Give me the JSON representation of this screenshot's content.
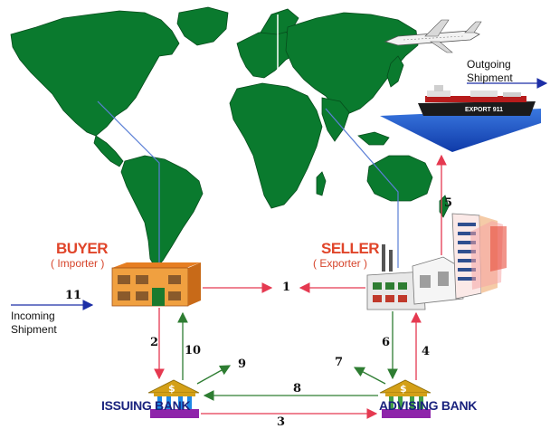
{
  "buyer": {
    "title": "BUYER",
    "subtitle": "( Importer )"
  },
  "seller": {
    "title": "SELLER",
    "subtitle": "( Exporter )"
  },
  "issuing_bank": {
    "name": "ISSUING BANK",
    "symbol": "$"
  },
  "advising_bank": {
    "name": "ADVISING BANK",
    "symbol": "$"
  },
  "ship": {
    "hull_text": "EXPORT 911"
  },
  "outgoing": {
    "line1": "Outgoing",
    "line2": "Shipment"
  },
  "incoming": {
    "line1": "Incoming",
    "line2": "Shipment"
  },
  "steps": {
    "s1": "1",
    "s2": "2",
    "s3": "3",
    "s4": "4",
    "s5": "5",
    "s6": "6",
    "s7": "7",
    "s8": "8",
    "s9": "9",
    "s10": "10",
    "s11": "11"
  },
  "colors": {
    "land": "#0a7a2e",
    "arrow_red": "#e53950",
    "arrow_green": "#2e7d32",
    "arrow_blue": "#1c2ea6",
    "connector": "#5b7fd6",
    "sea": "#1e50c8",
    "bank_gold": "#d4a017",
    "bank_purple": "#8e24aa"
  },
  "icons": [
    "world-map",
    "airplane",
    "cargo-ship",
    "buyer-building",
    "seller-factory",
    "issuing-bank-icon",
    "advising-bank-icon"
  ]
}
